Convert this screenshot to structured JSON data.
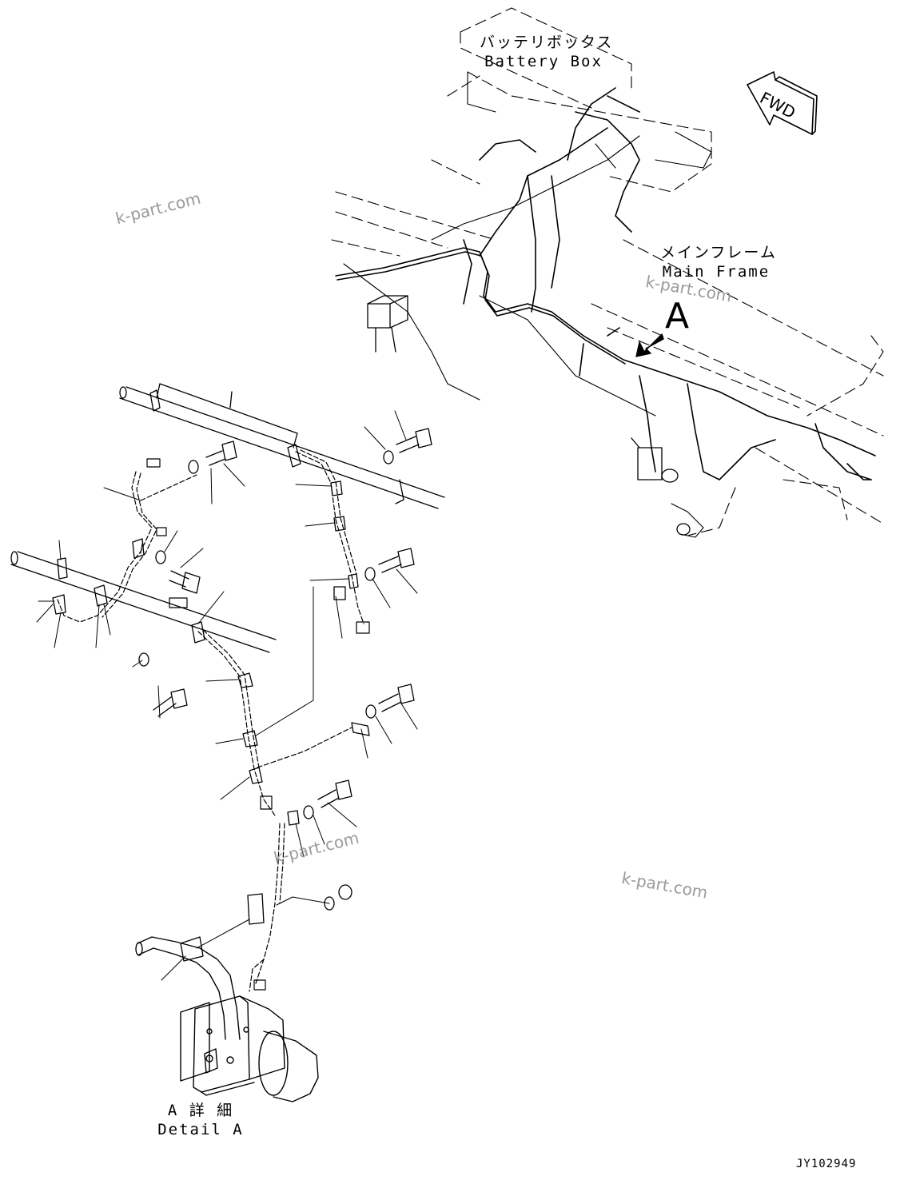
{
  "labels": {
    "battery_box_jp": "バッテリボックス",
    "battery_box_en": "Battery Box",
    "main_frame_jp": "メインフレーム",
    "main_frame_en": "Main Frame",
    "view_marker": "A",
    "detail_jp": "A 詳 細",
    "detail_en": "Detail A",
    "fwd": "FWD",
    "drawing_code": "JY102949"
  },
  "watermarks": [
    "k-part.com",
    "k-part.com",
    "k-part.com",
    "k-part.com"
  ],
  "colors": {
    "line": "#000000",
    "watermark": "#9a9a9a"
  },
  "icons": {
    "fwd_arrow": "fwd-arrow-icon",
    "view_arrow": "view-arrow-icon"
  }
}
